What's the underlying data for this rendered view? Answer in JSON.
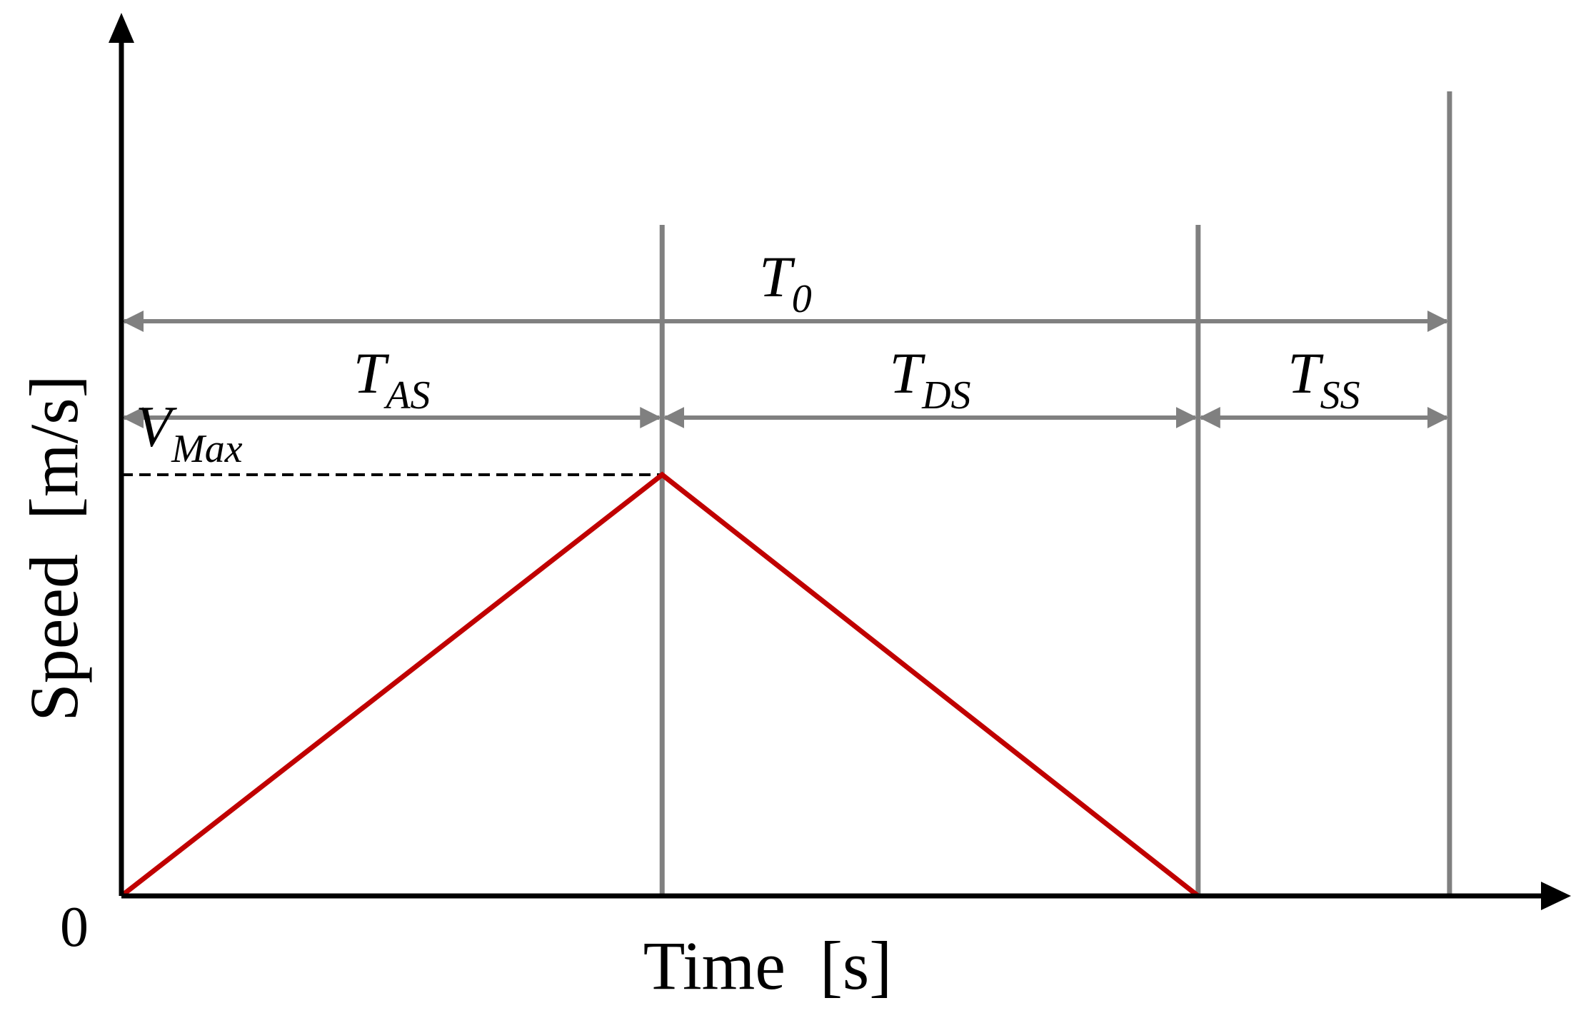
{
  "chart_data": {
    "type": "line",
    "title": "",
    "xlabel": "Time  [s]",
    "ylabel": "Speed  [m/s]",
    "origin_label": "0",
    "x_tick_labels": [],
    "y_tick_labels": [],
    "grid": false,
    "legend": "none",
    "colors": {
      "speed": "#c00000",
      "marker": "#808080",
      "axis": "#000000"
    },
    "xlim": [
      0,
      1400
    ],
    "ylim": [
      0,
      720
    ],
    "series": [
      {
        "x": [
          0,
          570,
          1135,
          1400
        ],
        "y": [
          0,
          590,
          0,
          0
        ]
      }
    ],
    "phase_boundaries": [
      570,
      1135,
      1400
    ],
    "vmax": {
      "value": 590,
      "label_main": "V",
      "label_sub": "Max"
    },
    "intervals": [
      {
        "main": "T",
        "sub": "AS",
        "from": 0,
        "to": 570,
        "level": 670
      },
      {
        "main": "T",
        "sub": "DS",
        "from": 570,
        "to": 1135,
        "level": 670
      },
      {
        "main": "T",
        "sub": "SS",
        "from": 1135,
        "to": 1400,
        "level": 670
      },
      {
        "main": "T",
        "sub": "0",
        "from": 0,
        "to": 1400,
        "level": 805
      }
    ]
  }
}
